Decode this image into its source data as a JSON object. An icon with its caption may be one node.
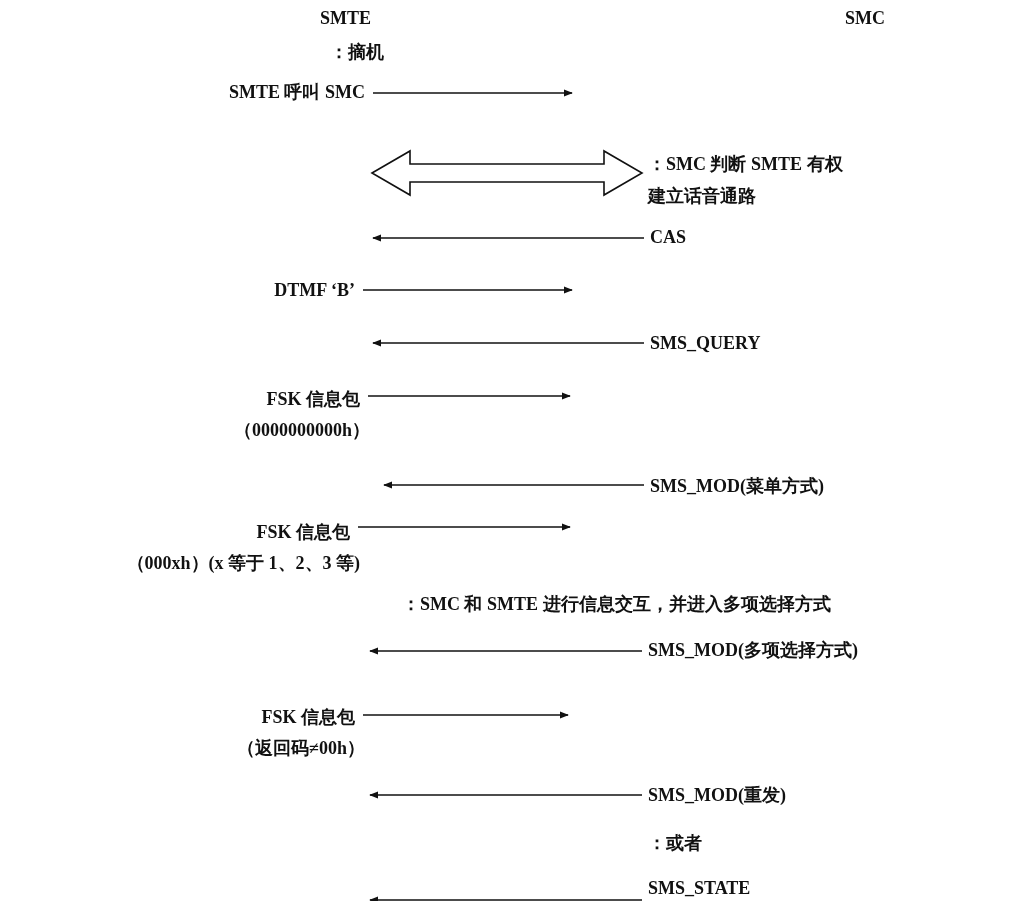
{
  "diagram": {
    "nodes": [
      {
        "text": [
          "SMTE 呼叫 SMC"
        ]
      },
      {
        "text": [
          "：SMC 判断 SMTE 有权建立话音通路"
        ]
      },
      {
        "text": [
          "CAS"
        ]
      },
      {
        "text": [
          "DTMF ‘B’"
        ]
      },
      {
        "text": [
          "SMS_QUERY"
        ]
      },
      {
        "text": [
          "FSK 信息包",
          "（0000000000h）"
        ]
      },
      {
        "text": [
          "SMS_MOD(菜单方式)"
        ]
      },
      {
        "text": [
          "FSK 信息包",
          "（000xh）(x 等于 1、2、3 等)"
        ]
      },
      {
        "text": [
          "SMS_MOD(多项选择方式)"
        ]
      },
      {
        "text": [
          "FSK 信息包",
          "（返回码≠00h）"
        ]
      },
      {
        "text": [
          "SMS_MOD(重发)"
        ]
      },
      {
        "text": [
          "SMS_STATE"
        ]
      }
    ],
    "edges": [
      {
        "from": 0,
        "to": null,
        "arrow": "to"
      },
      {
        "from": null,
        "to": 1,
        "arrow": "both"
      },
      {
        "from": 2,
        "to": null,
        "arrow": "to"
      },
      {
        "from": 3,
        "to": null,
        "arrow": "to"
      },
      {
        "from": 4,
        "to": null,
        "arrow": "to"
      },
      {
        "from": 5,
        "to": null,
        "arrow": "to"
      },
      {
        "from": 6,
        "to": null,
        "arrow": "to"
      },
      {
        "from": 7,
        "to": null,
        "arrow": "to"
      },
      {
        "from": 8,
        "to": null,
        "arrow": "to"
      },
      {
        "from": 9,
        "to": null,
        "arrow": "to"
      },
      {
        "from": 10,
        "to": null,
        "arrow": "to"
      },
      {
        "from": 11,
        "to": null,
        "arrow": "to"
      }
    ],
    "labels": [
      "SMTE",
      "SMC",
      "：摘机",
      "：SMC 和 SMTE 进行信息交互，并进入多项选择方式",
      "：或者"
    ]
  }
}
